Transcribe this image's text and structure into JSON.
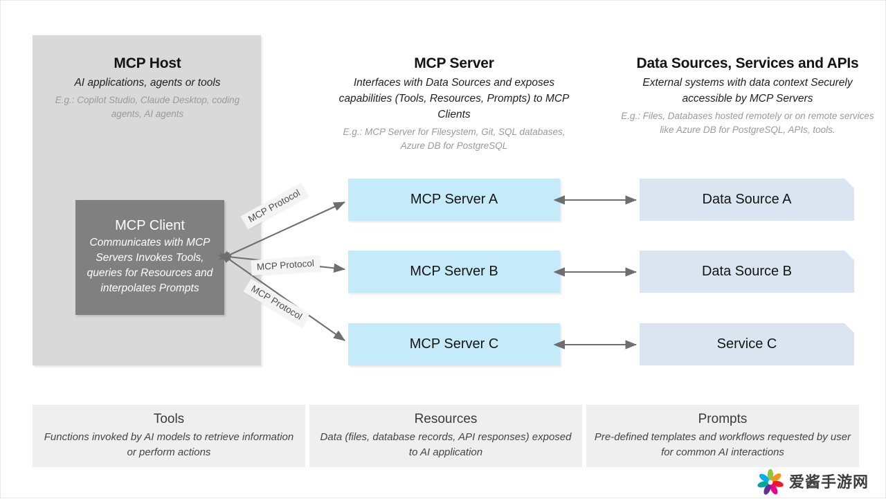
{
  "columns": {
    "host": {
      "title": "MCP Host",
      "subtitle": "AI applications, agents or tools",
      "example": "E.g.: Copilot Studio, Claude Desktop, coding agents, AI agents"
    },
    "server": {
      "title": "MCP Server",
      "subtitle": "Interfaces with Data Sources and exposes capabilities (Tools, Resources, Prompts) to MCP Clients",
      "example": "E.g.: MCP Server for Filesystem, Git, SQL databases, Azure DB for PostgreSQL"
    },
    "datasources": {
      "title": "Data Sources, Services and APIs",
      "subtitle": "External systems with data context Securely accessible by MCP Servers",
      "example": "E.g.: Files, Databases hosted remotely or on remote services like Azure DB for PostgreSQL, APIs, tools."
    }
  },
  "client": {
    "title": "MCP Client",
    "description": "Communicates with MCP Servers Invokes Tools, queries for Resources and interpolates Prompts"
  },
  "servers": [
    {
      "label": "MCP Server A"
    },
    {
      "label": "MCP Server B"
    },
    {
      "label": "MCP Server C"
    }
  ],
  "datasources": [
    {
      "label": "Data Source A"
    },
    {
      "label": "Data Source B"
    },
    {
      "label": "Service C"
    }
  ],
  "protocol_labels": [
    "MCP Protocol",
    "MCP Protocol",
    "MCP Protocol"
  ],
  "legend": [
    {
      "title": "Tools",
      "description": "Functions invoked by AI models to retrieve information or perform actions"
    },
    {
      "title": "Resources",
      "description": "Data (files, database records, API responses) exposed to AI application"
    },
    {
      "title": "Prompts",
      "description": "Pre-defined templates and workflows requested by user for common AI interactions"
    }
  ],
  "watermark": {
    "text": "爱酱手游网"
  },
  "colors": {
    "host_panel": "#d9d9d9",
    "client_box": "#808080",
    "server_box": "#c5ebfb",
    "data_box": "#dbe5f1",
    "legend_panel": "#efefef",
    "arrow": "#6e6e6e"
  }
}
